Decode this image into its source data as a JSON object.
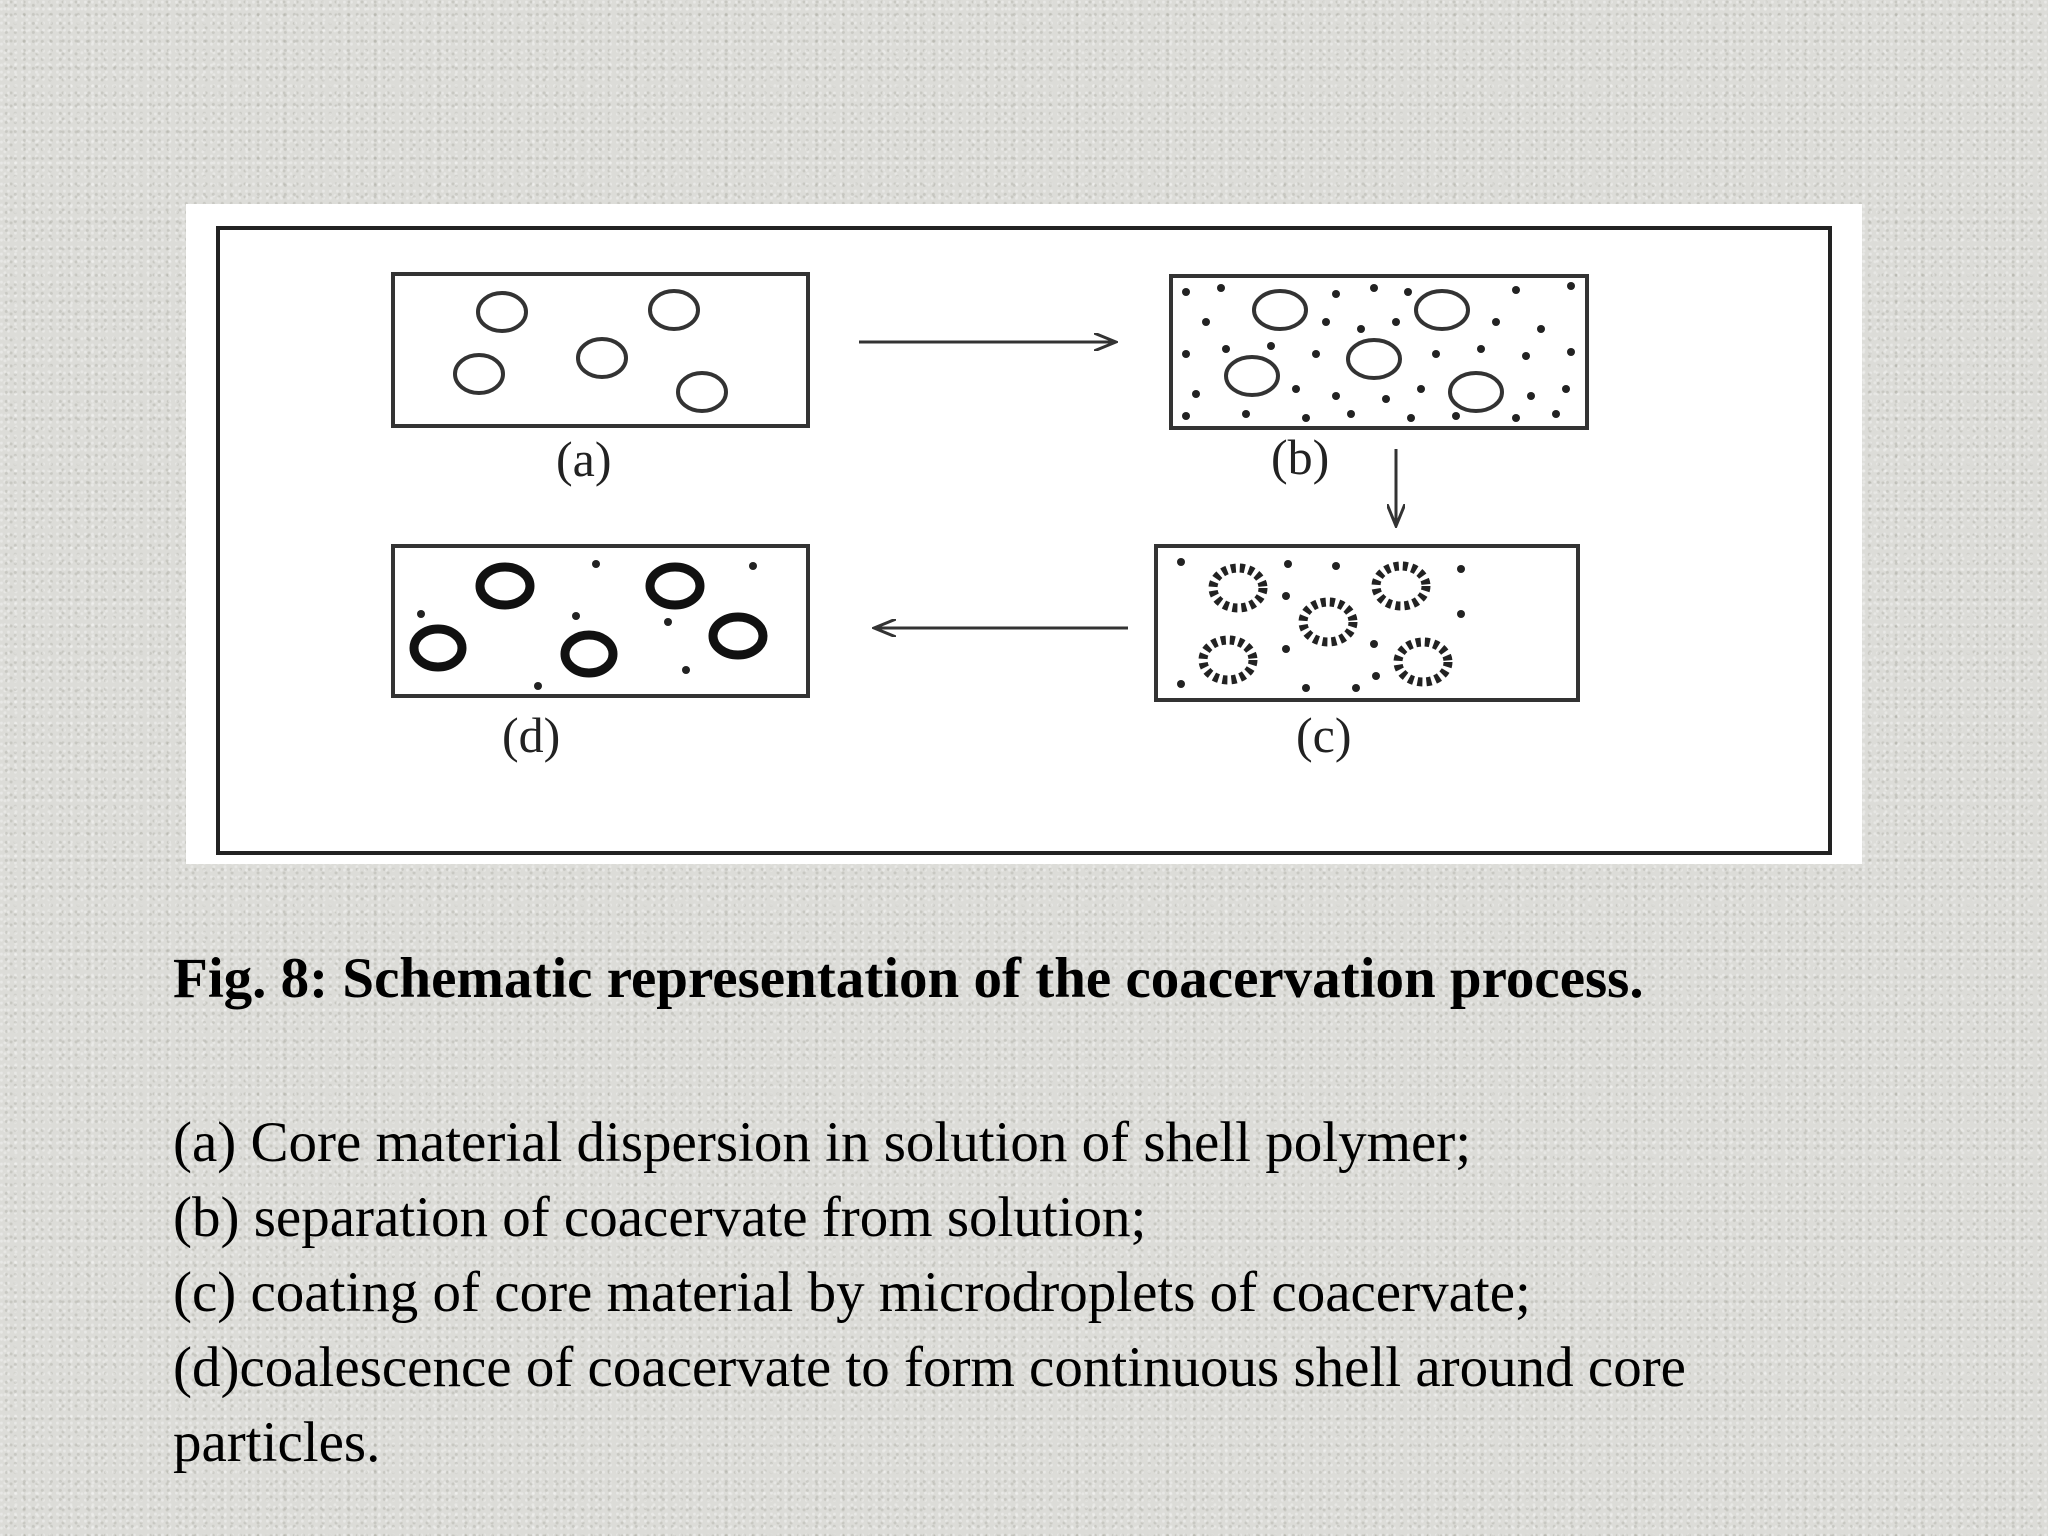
{
  "diagram": {
    "panels": [
      {
        "id": "a",
        "label": "(a)"
      },
      {
        "id": "b",
        "label": "(b)"
      },
      {
        "id": "c",
        "label": "(c)"
      },
      {
        "id": "d",
        "label": "(d)"
      }
    ]
  },
  "caption": {
    "title": "Fig. 8: Schematic representation of the coacervation process.",
    "lines": [
      "(a) Core material dispersion in solution of shell polymer;",
      "(b) separation of coacervate from solution;",
      "(c) coating of core material by microdroplets of coacervate;",
      "(d)coalescence of coacervate to form continuous shell around core",
      "particles."
    ]
  },
  "colors": {
    "ink": "#222222",
    "panel_bg": "#ffffff"
  }
}
